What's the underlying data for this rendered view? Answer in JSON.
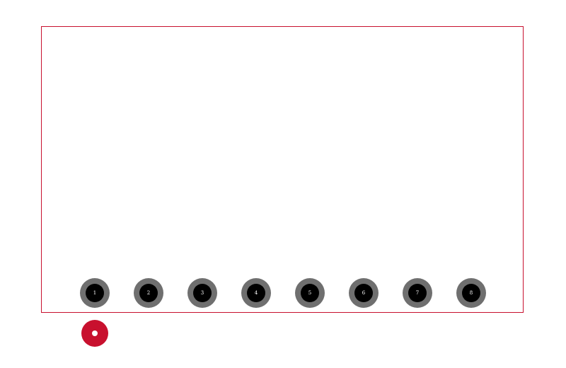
{
  "board": {
    "outline_color": "#c8102e"
  },
  "pins": [
    {
      "label": "1"
    },
    {
      "label": "2"
    },
    {
      "label": "3"
    },
    {
      "label": "4"
    },
    {
      "label": "5"
    },
    {
      "label": "6"
    },
    {
      "label": "7"
    },
    {
      "label": "8"
    }
  ],
  "colors": {
    "pad_ring": "#6f6f6f",
    "pad_drill": "#000000",
    "pin_label": "#ffffff",
    "marker": "#c8102e",
    "marker_hole": "#ffffff"
  }
}
